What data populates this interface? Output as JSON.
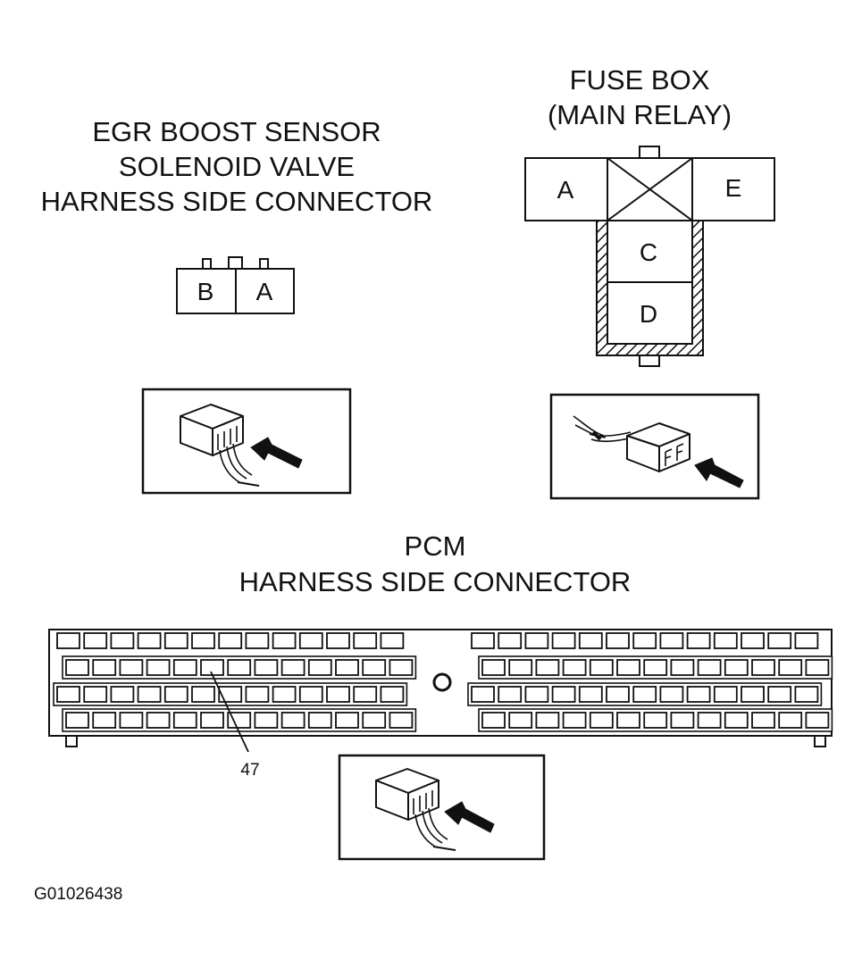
{
  "egr": {
    "title_lines": [
      "EGR BOOST SENSOR",
      "SOLENOID VALVE",
      "HARNESS SIDE CONNECTOR"
    ],
    "pins": [
      "B",
      "A"
    ]
  },
  "fuse": {
    "title_lines": [
      "FUSE BOX",
      "(MAIN RELAY)"
    ],
    "pins": {
      "a": "A",
      "e": "E",
      "c": "C",
      "d": "D"
    }
  },
  "pcm": {
    "title_lines": [
      "PCM",
      "HARNESS SIDE CONNECTOR"
    ],
    "terminal_label": "47"
  },
  "figure_id": "G01026438",
  "colors": {
    "ink": "#111111",
    "background": "#ffffff"
  }
}
